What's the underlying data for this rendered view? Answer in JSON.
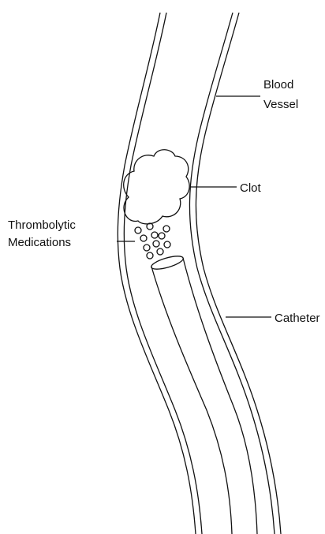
{
  "labels": {
    "blood_vessel_line1": "Blood",
    "blood_vessel_line2": "Vessel",
    "clot": "Clot",
    "thrombolytic_line1": "Thrombolytic",
    "thrombolytic_line2": "Medications",
    "catheter": "Catheter"
  },
  "colors": {
    "stroke": "#111111",
    "background": "#ffffff"
  }
}
